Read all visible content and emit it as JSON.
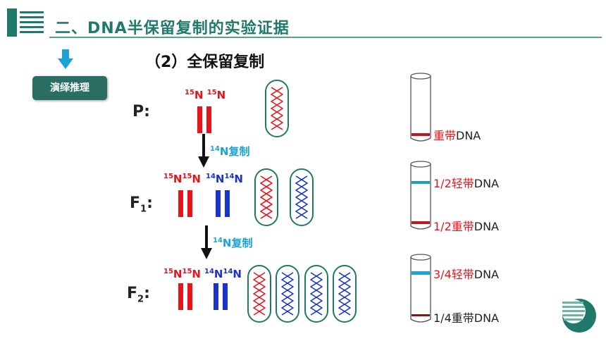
{
  "header": {
    "title": "二、DNA半保留复制的实验证据"
  },
  "badge": {
    "label": "演绎推理"
  },
  "subtitle": "（2）全保留复制",
  "generations": [
    {
      "label": "P",
      "sub": "",
      "colon": ":"
    },
    {
      "label": "F",
      "sub": "1",
      "colon": ":"
    },
    {
      "label": "F",
      "sub": "2",
      "colon": ":"
    }
  ],
  "isotopes": {
    "heavy_mass": "15",
    "light_mass": "14",
    "element": "N"
  },
  "replication_step": {
    "mass": "14",
    "element": "N",
    "text": "复制"
  },
  "tubes": [
    {
      "bands": [
        {
          "fraction": "",
          "label": "重带",
          "suffix": "DNA",
          "color": "#c0161c"
        }
      ]
    },
    {
      "bands": [
        {
          "fraction": "1/2",
          "label": "轻带",
          "suffix": "DNA",
          "color": "#1aa3b8"
        },
        {
          "fraction": "1/2",
          "label": "重带",
          "suffix": "DNA",
          "color": "#c0161c"
        }
      ]
    },
    {
      "bands": [
        {
          "fraction": "3/4",
          "label": "轻带",
          "suffix": "DNA",
          "color": "#1aa3d4"
        },
        {
          "fraction": "1/4",
          "label": "重带",
          "suffix": "DNA",
          "color": "#7a1a1a"
        }
      ]
    }
  ],
  "colors": {
    "heavy_strand": "#e8141c",
    "light_strand": "#1a33c8",
    "capsule_border": "#1f7a5f",
    "accent": "#1f7a6b"
  }
}
